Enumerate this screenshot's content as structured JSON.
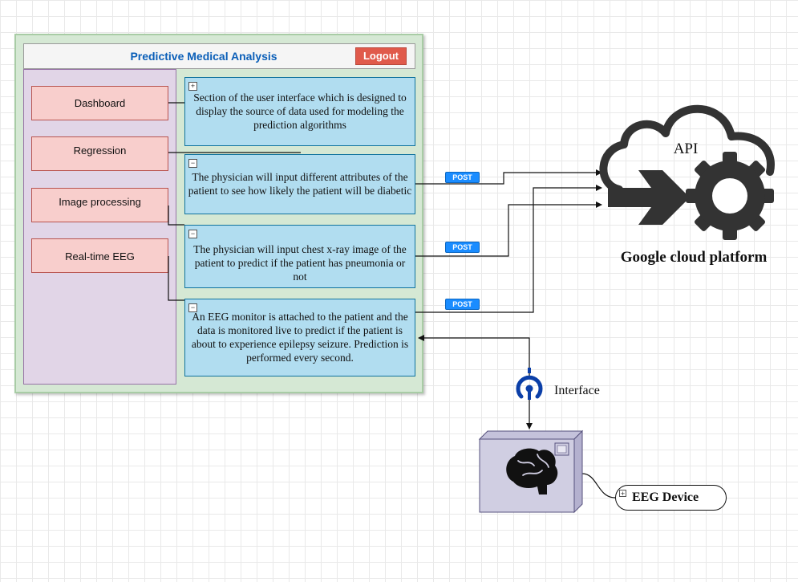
{
  "app": {
    "title": "Predictive Medical Analysis",
    "logout_label": "Logout"
  },
  "nav": [
    {
      "label": "Dashboard"
    },
    {
      "label": "Regression"
    },
    {
      "label": "Image processing"
    },
    {
      "label": "Real-time EEG"
    }
  ],
  "panels": [
    {
      "toggle": "+",
      "text": "Section of the user interface which is designed to display the source of data used for modeling the prediction algorithms"
    },
    {
      "toggle": "−",
      "text": "The physician will input different attributes of the patient to see how likely the patient will be diabetic"
    },
    {
      "toggle": "−",
      "text": "The physician will input chest x-ray image of the patient to predict if the patient has pneumonia or not"
    },
    {
      "toggle": "−",
      "text": "An EEG monitor is attached to the patient and the data is monitored live to predict if the patient is about to experience epilepsy seizure. Prediction is performed every second."
    }
  ],
  "requests": [
    "POST",
    "POST",
    "POST"
  ],
  "cloud": {
    "api_label": "API",
    "platform_label": "Google cloud platform"
  },
  "interface_label": "Interface",
  "device": {
    "label": "EEG Device",
    "toggle": "+"
  },
  "colors": {
    "outer_bg": "#d5e8d4",
    "sidebar_bg": "#e1d5e7",
    "nav_bg": "#f8cecc",
    "panel_bg": "#b1ddf0",
    "post_badge": "#1a8cff",
    "logout_bg": "#e05a4b",
    "title_text": "#0b5fb8",
    "device_bg": "#d0cee2",
    "icon_dark": "#333333",
    "interface_icon": "#0b3fa8"
  },
  "icons": [
    "cloud-gear-icon",
    "arrow-right-icon",
    "antenna-interface-icon",
    "brain-icon"
  ]
}
